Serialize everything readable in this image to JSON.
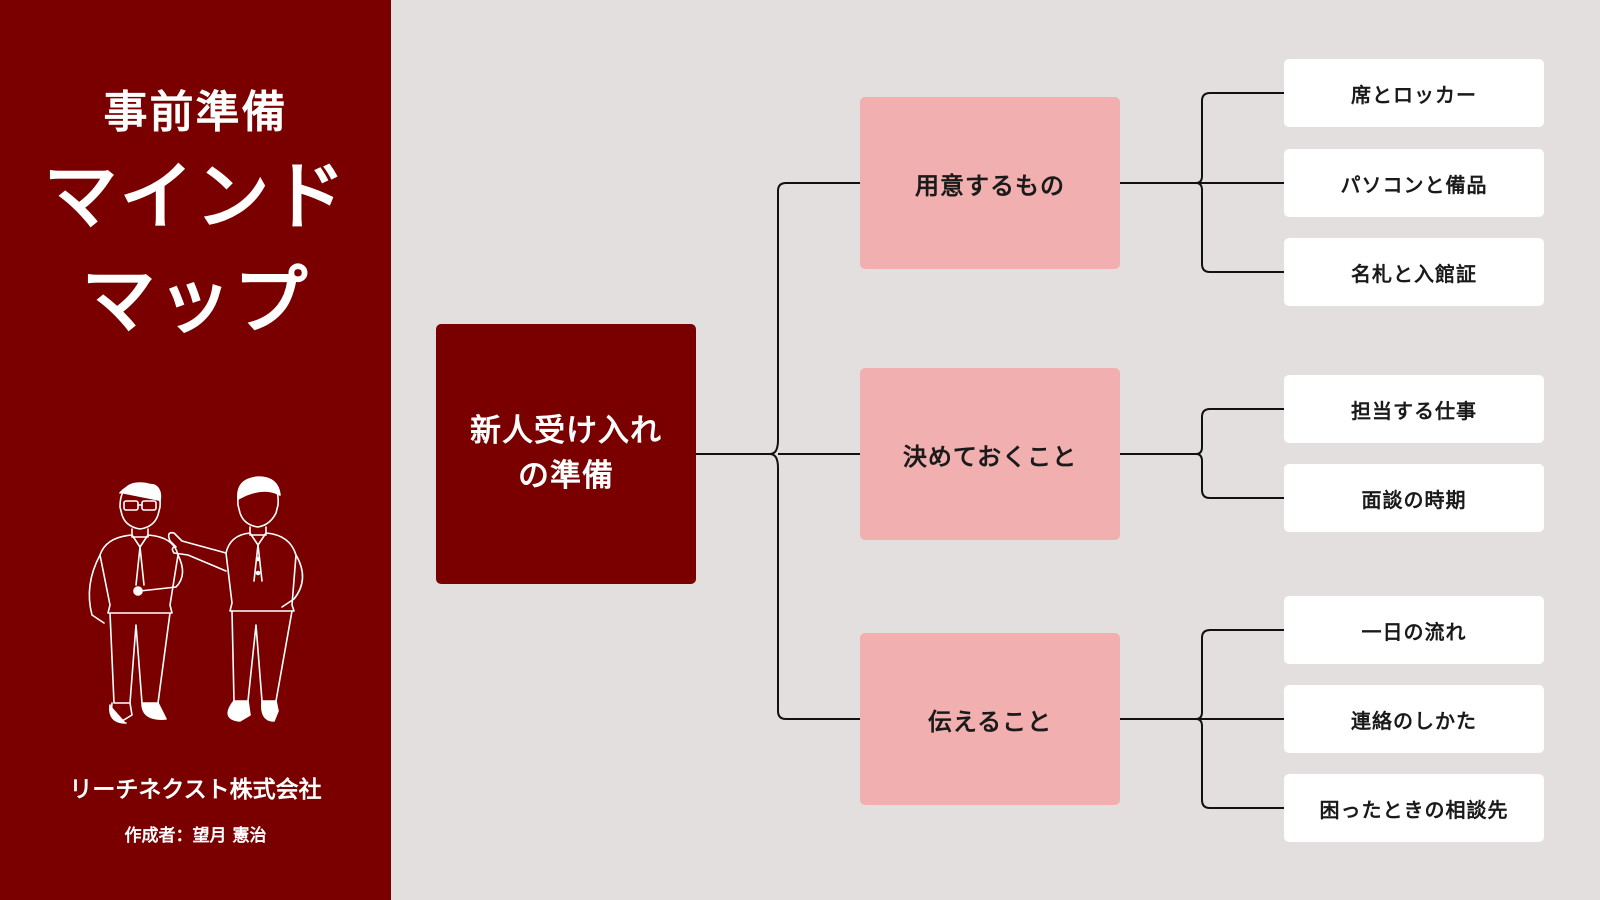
{
  "sidebar": {
    "subtitle": "事前準備",
    "title_line1": "マインド",
    "title_line2": "マップ",
    "company": "リーチネクスト株式会社",
    "author": "作成者：望月 憲治",
    "illustration_icon": "two-businessmen-illustration"
  },
  "colors": {
    "sidebar_bg": "#7a0000",
    "canvas_bg": "#e3dfde",
    "center_node": "#7a0000",
    "branch_node": "#f1afaf",
    "leaf_node": "#ffffff",
    "connector": "#111111"
  },
  "mindmap": {
    "center": {
      "line1": "新人受け入れ",
      "line2": "の準備"
    },
    "branches": [
      {
        "label": "用意するもの",
        "children": [
          "席とロッカー",
          "パソコンと備品",
          "名札と入館証"
        ]
      },
      {
        "label": "決めておくこと",
        "children": [
          "担当する仕事",
          "面談の時期"
        ]
      },
      {
        "label": "伝えること",
        "children": [
          "一日の流れ",
          "連絡のしかた",
          "困ったときの相談先"
        ]
      }
    ]
  }
}
